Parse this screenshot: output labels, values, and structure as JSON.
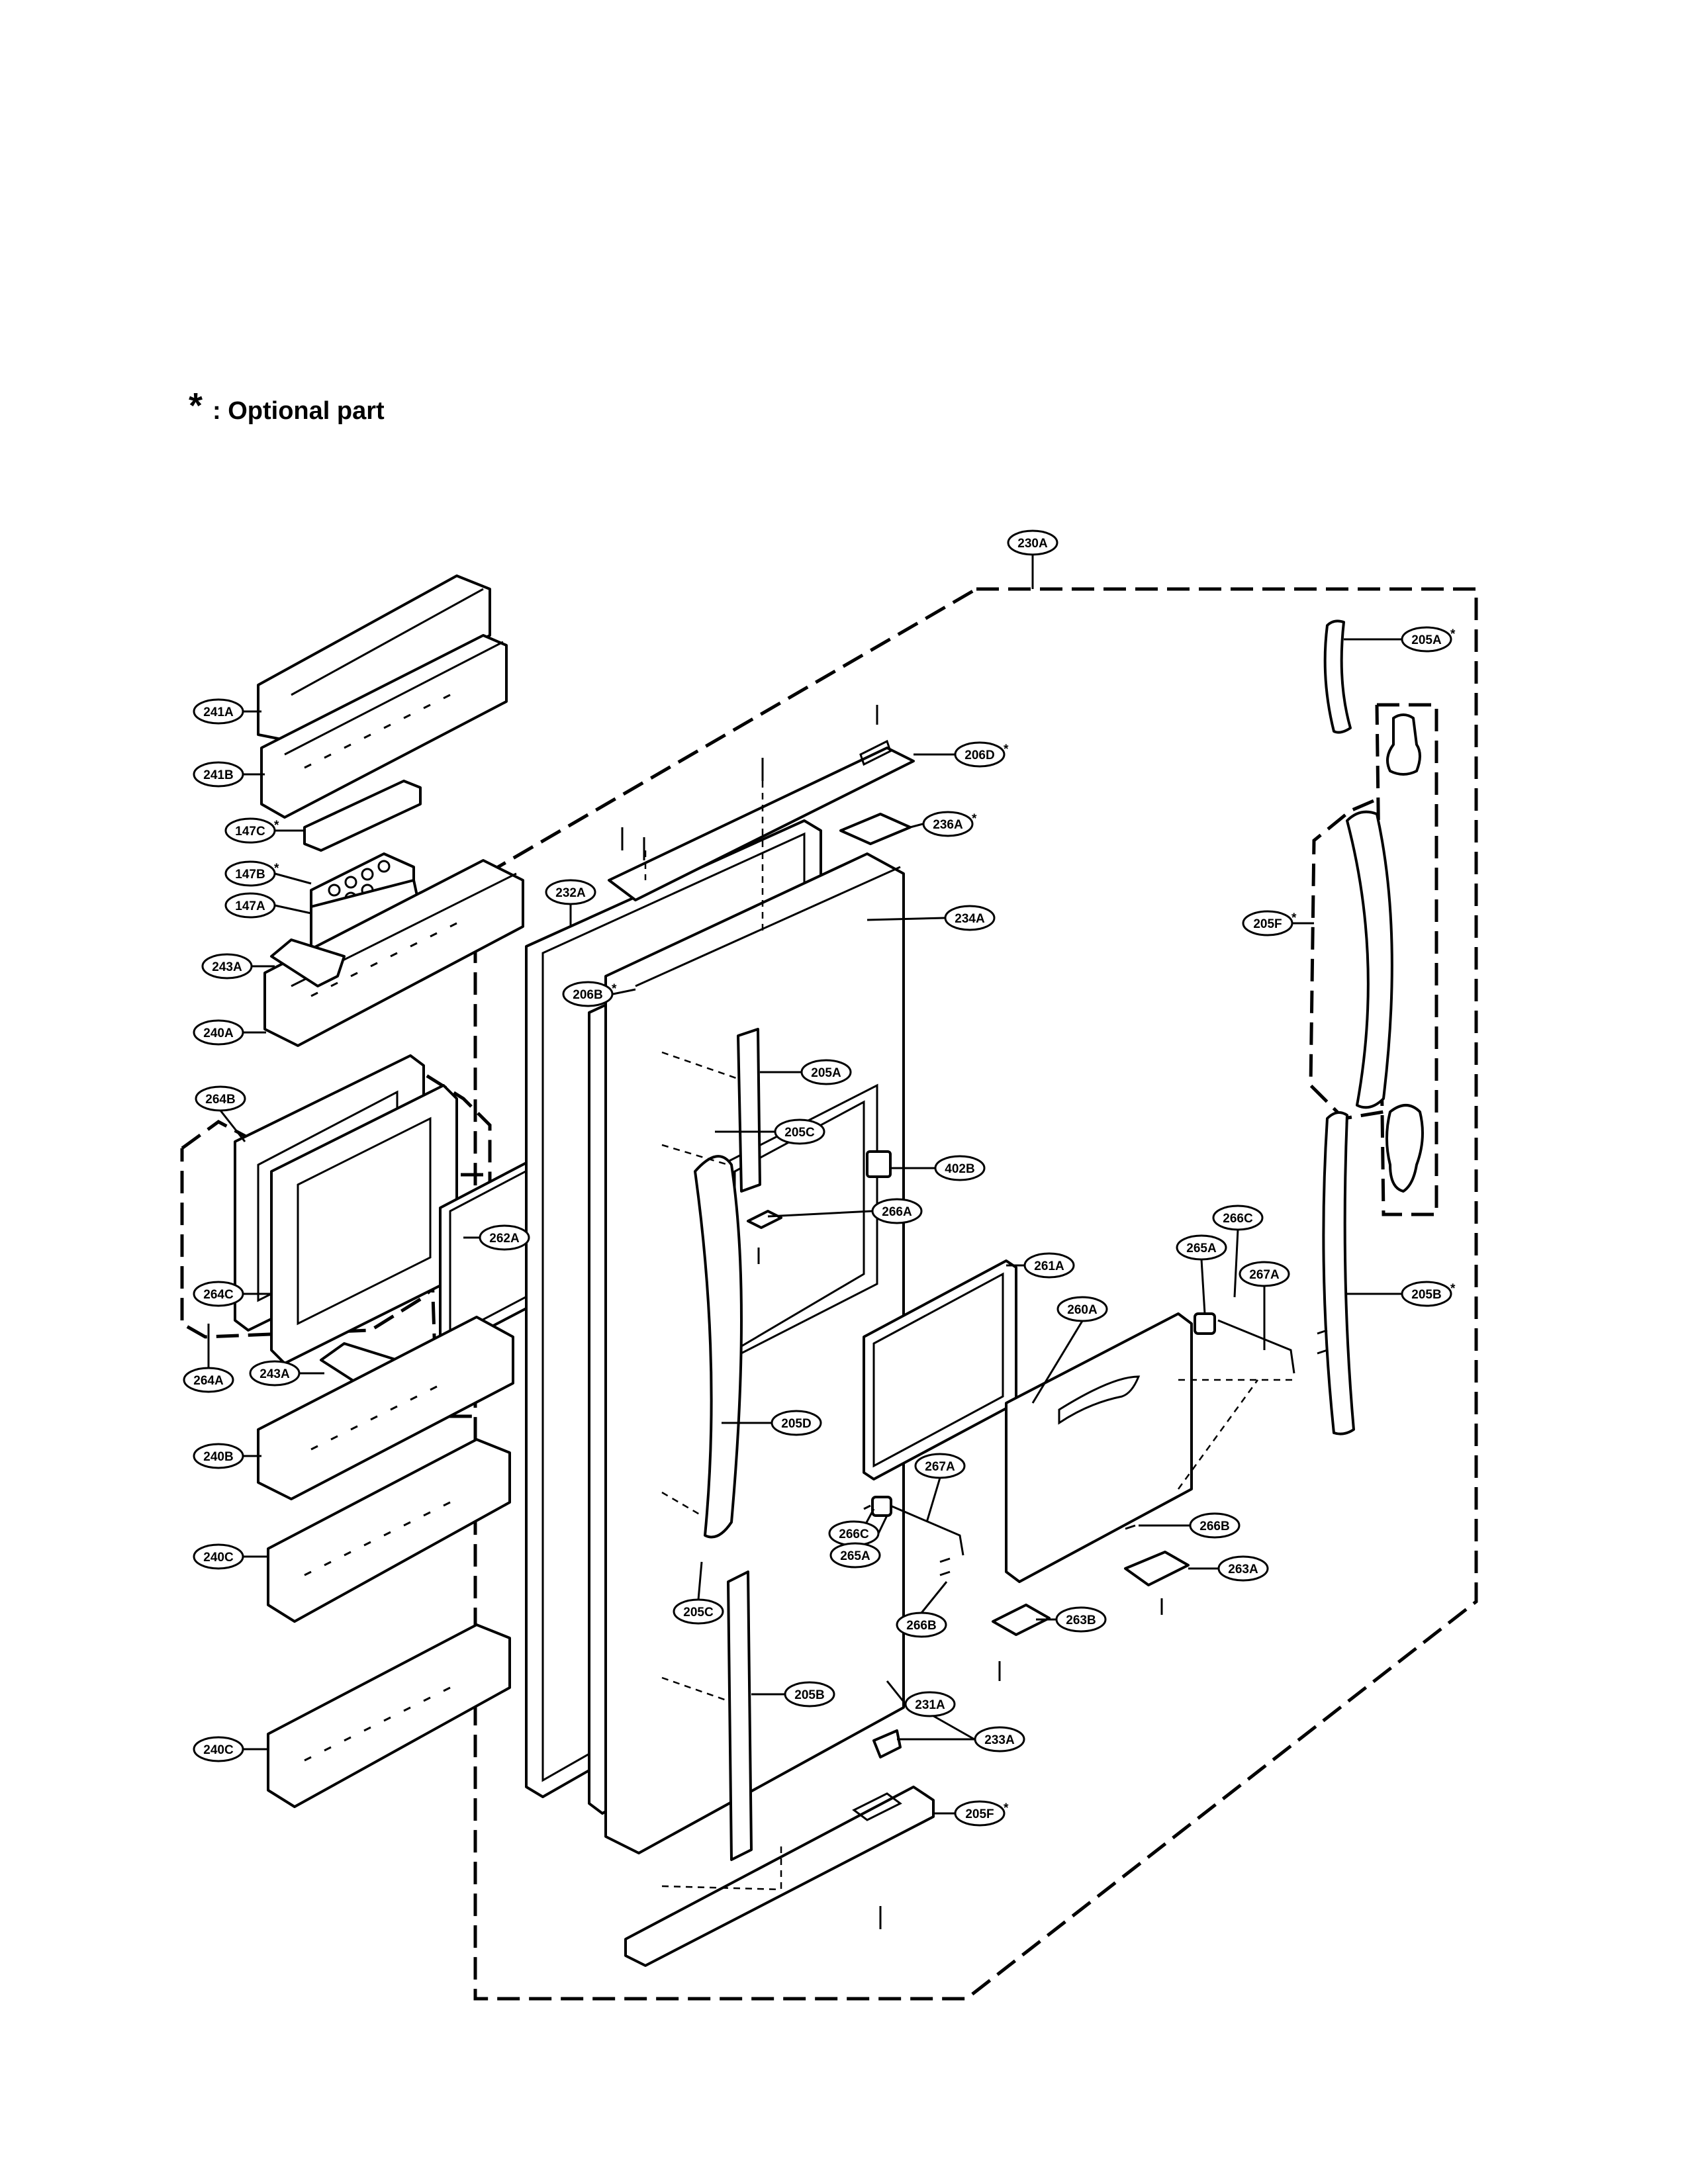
{
  "legend": {
    "symbol": "*",
    "text": ": Optional part"
  },
  "callouts": [
    {
      "id": "230A",
      "label": "230A",
      "optional": false
    },
    {
      "id": "205A-top",
      "label": "205A",
      "optional": true
    },
    {
      "id": "241A",
      "label": "241A",
      "optional": false
    },
    {
      "id": "206D",
      "label": "206D",
      "optional": true
    },
    {
      "id": "241B",
      "label": "241B",
      "optional": false
    },
    {
      "id": "147C",
      "label": "147C",
      "optional": true
    },
    {
      "id": "236A",
      "label": "236A",
      "optional": true
    },
    {
      "id": "147B",
      "label": "147B",
      "optional": true
    },
    {
      "id": "232A",
      "label": "232A",
      "optional": false
    },
    {
      "id": "147A",
      "label": "147A",
      "optional": false
    },
    {
      "id": "234A",
      "label": "234A",
      "optional": false
    },
    {
      "id": "205F-right",
      "label": "205F",
      "optional": true
    },
    {
      "id": "243A-top",
      "label": "243A",
      "optional": false
    },
    {
      "id": "206B",
      "label": "206B",
      "optional": true
    },
    {
      "id": "240A",
      "label": "240A",
      "optional": false
    },
    {
      "id": "205A-mid",
      "label": "205A",
      "optional": false
    },
    {
      "id": "264B",
      "label": "264B",
      "optional": false
    },
    {
      "id": "205C-top",
      "label": "205C",
      "optional": false
    },
    {
      "id": "402B",
      "label": "402B",
      "optional": false
    },
    {
      "id": "266A",
      "label": "266A",
      "optional": false
    },
    {
      "id": "262A",
      "label": "262A",
      "optional": false
    },
    {
      "id": "266C-right",
      "label": "266C",
      "optional": false
    },
    {
      "id": "265A-right",
      "label": "265A",
      "optional": false
    },
    {
      "id": "261A",
      "label": "261A",
      "optional": false
    },
    {
      "id": "267A-right",
      "label": "267A",
      "optional": false
    },
    {
      "id": "264C",
      "label": "264C",
      "optional": false
    },
    {
      "id": "205B-right",
      "label": "205B",
      "optional": true
    },
    {
      "id": "260A",
      "label": "260A",
      "optional": false
    },
    {
      "id": "264A",
      "label": "264A",
      "optional": false
    },
    {
      "id": "243A-bottom",
      "label": "243A",
      "optional": false
    },
    {
      "id": "205D",
      "label": "205D",
      "optional": false
    },
    {
      "id": "240B",
      "label": "240B",
      "optional": false
    },
    {
      "id": "267A-mid",
      "label": "267A",
      "optional": false
    },
    {
      "id": "266C-mid",
      "label": "266C",
      "optional": false
    },
    {
      "id": "265A-mid",
      "label": "265A",
      "optional": false
    },
    {
      "id": "266B-right",
      "label": "266B",
      "optional": false
    },
    {
      "id": "240C-top",
      "label": "240C",
      "optional": false
    },
    {
      "id": "263A",
      "label": "263A",
      "optional": false
    },
    {
      "id": "205C-bottom",
      "label": "205C",
      "optional": false
    },
    {
      "id": "266B-mid",
      "label": "266B",
      "optional": false
    },
    {
      "id": "263B",
      "label": "263B",
      "optional": false
    },
    {
      "id": "205B-mid",
      "label": "205B",
      "optional": false
    },
    {
      "id": "231A",
      "label": "231A",
      "optional": false
    },
    {
      "id": "233A",
      "label": "233A",
      "optional": false
    },
    {
      "id": "240C-bottom",
      "label": "240C",
      "optional": false
    },
    {
      "id": "205F-bottom",
      "label": "205F",
      "optional": true
    }
  ]
}
